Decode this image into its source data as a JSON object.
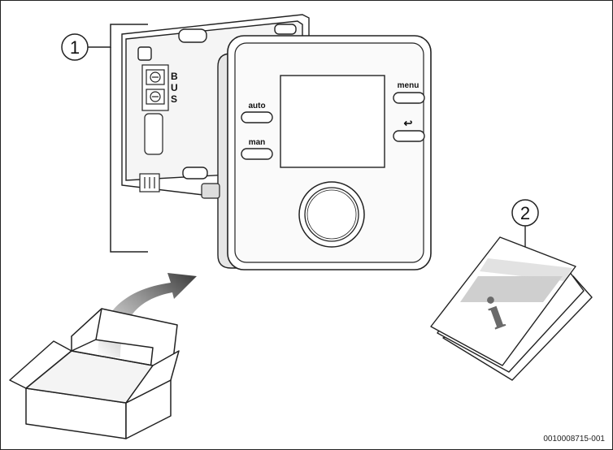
{
  "callouts": {
    "thermostat": "1",
    "manual": "2"
  },
  "device": {
    "bus_letters": [
      "B",
      "U",
      "S"
    ],
    "buttons": {
      "auto": "auto",
      "man": "man",
      "menu": "menu",
      "back": "↩"
    }
  },
  "manual": {
    "info_glyph": "i"
  },
  "doc_id": "0010008715-001",
  "colors": {
    "line": "#222222",
    "panel": "#f2f2f2",
    "arrow_dark": "#3a3a3a",
    "band": "#cfcfcf"
  }
}
